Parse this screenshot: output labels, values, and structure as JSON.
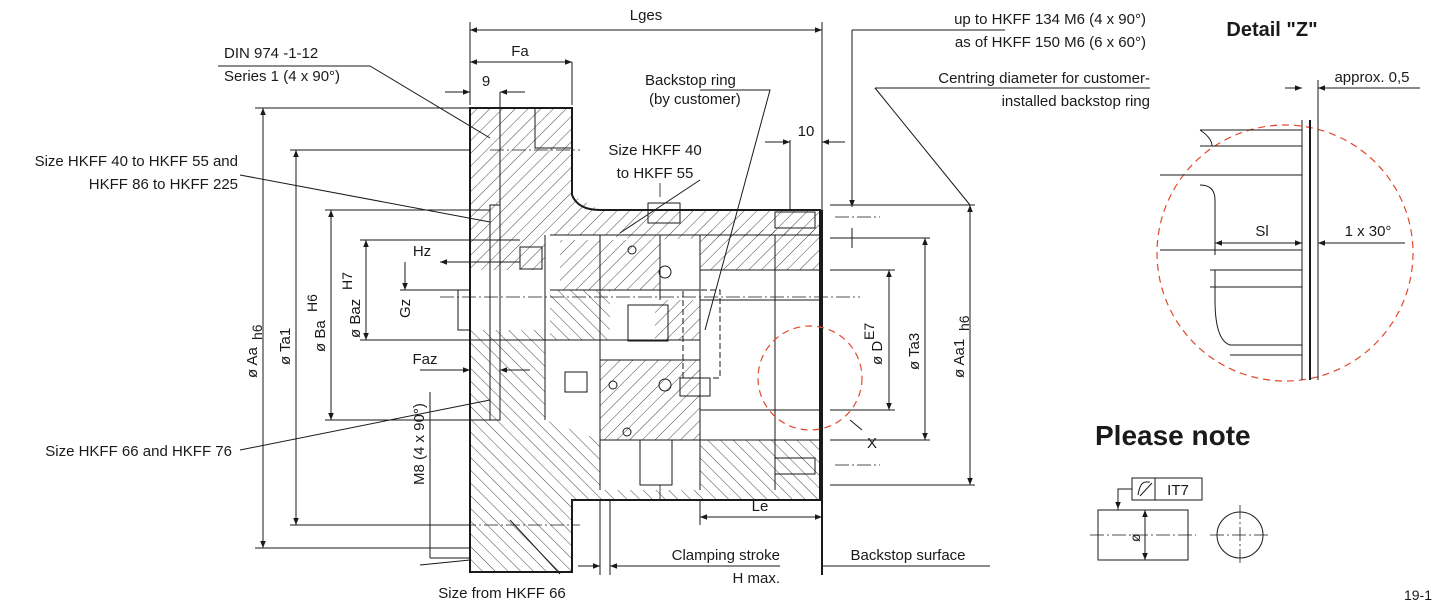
{
  "drawing": {
    "label_lges": "Lges",
    "label_fa": "Fa",
    "label_9": "9",
    "label_din": "DIN 974 -1-12",
    "label_series": "Series 1 (4 x 90°)",
    "label_size_40_55_86": "Size HKFF 40 to HKFF 55 and",
    "label_size_86_225": "HKFF 86 to HKFF 225",
    "label_backstop_ring": "Backstop ring",
    "label_by_customer": "(by customer)",
    "label_size_40_line1": "Size HKFF 40",
    "label_size_40_line2": "to HKFF 55",
    "label_upto": "up to HKFF 134 M6 (4 x 90°)",
    "label_asof": "as of HKFF 150 M6 (6 x 60°)",
    "label_centring1": "Centring diameter for customer-",
    "label_centring2": "installed backstop ring",
    "label_10": "10",
    "label_hz": "Hz",
    "label_gz": "Gz",
    "label_faz": "Faz",
    "label_aa": "ø Aa",
    "label_aa_sub": "h6",
    "label_ta1": "ø Ta1",
    "label_ba": "ø Ba",
    "label_ba_sup": "H6",
    "label_baz": "ø Baz",
    "label_baz_sup": "H7",
    "label_m8": "M8 (4 x 90°)",
    "label_d": "ø D",
    "label_d_sup": "E7",
    "label_ta3": "ø Ta3",
    "label_aa1": "ø Aa1",
    "label_aa1_sub": "h6",
    "label_x": "X",
    "label_size_66_76": "Size HKFF 66 and HKFF 76",
    "label_le": "Le",
    "label_clamping": "Clamping stroke",
    "label_hmax": "H max.",
    "label_backstop_surface": "Backstop surface",
    "label_size_from_66": "Size from HKFF 66"
  },
  "detail": {
    "title": "Detail \"Z\"",
    "approx": "approx. 0,5",
    "sl": "Sl",
    "chamfer": "1 x 30°"
  },
  "note": {
    "title": "Please note",
    "tolerance": "IT7",
    "diameter": "ø"
  },
  "page_number": "19-1"
}
